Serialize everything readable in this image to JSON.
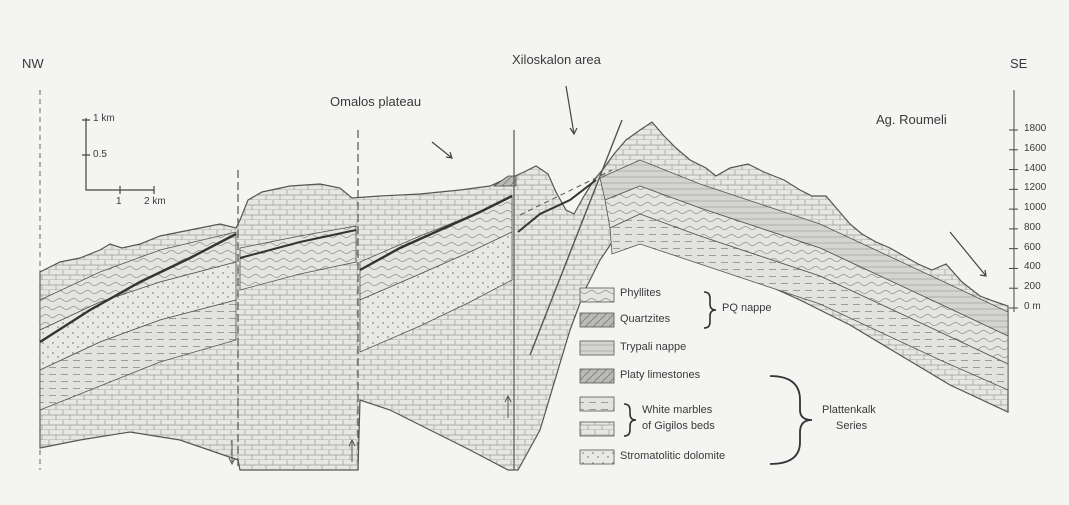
{
  "orientation": {
    "left": "NW",
    "right": "SE"
  },
  "places": {
    "omalos": "Omalos plateau",
    "xiloskalon": "Xiloskalon area",
    "roumeli": "Ag. Roumeli"
  },
  "scale_bar": {
    "v1": "1 km",
    "v05": "0.5",
    "h1": "1",
    "h2": "2 km"
  },
  "elevation_ticks": [
    "1800",
    "1600",
    "1400",
    "1200",
    "1000",
    "800",
    "600",
    "400",
    "200",
    "0 m"
  ],
  "legend": {
    "phyllites": "Phyllites",
    "quartzites": "Quartzites",
    "pq_nappe": "PQ nappe",
    "trypali": "Trypali nappe",
    "platy": "Platy limestones",
    "white_marbles_1": "White marbles",
    "white_marbles_2": "of Gigilos beds",
    "plattenkalk_1": "Plattenkalk",
    "plattenkalk_2": "Series",
    "stromatolitic": "Stromatolitic dolomite"
  },
  "colors": {
    "background": "#f4f4f2",
    "line": "#555555",
    "fill": "#e2e2de"
  }
}
